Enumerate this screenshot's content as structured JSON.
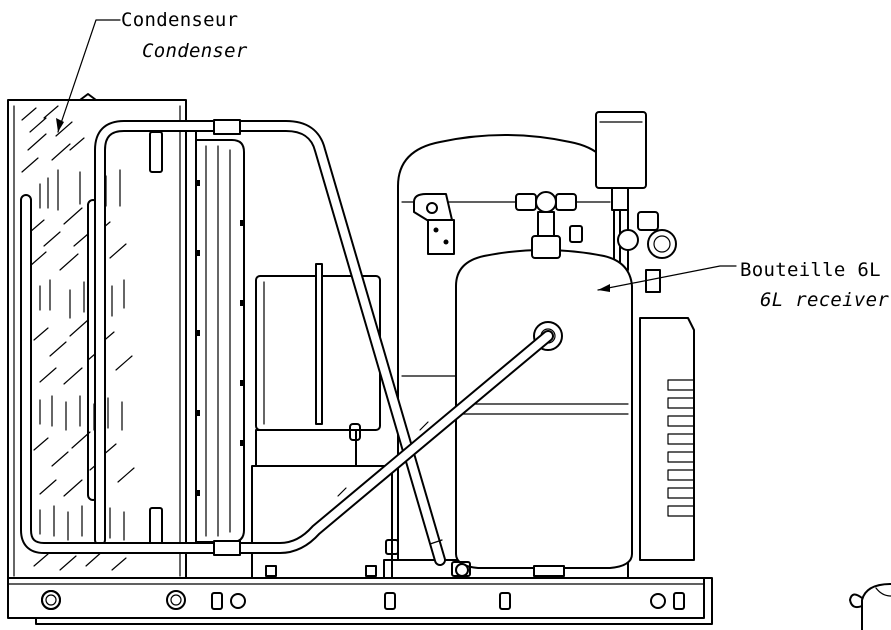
{
  "callouts": {
    "condenser": {
      "line1": "Condenseur",
      "line2": "Condenser"
    },
    "receiver": {
      "line1": "Bouteille 6L",
      "line2": "6L receiver"
    }
  },
  "components": [
    {
      "name": "condenser-coil"
    },
    {
      "name": "fan-guard"
    },
    {
      "name": "fan-motor"
    },
    {
      "name": "compressor"
    },
    {
      "name": "liquid-receiver"
    },
    {
      "name": "base-frame"
    },
    {
      "name": "refrigerant-pipes"
    },
    {
      "name": "service-valves"
    }
  ]
}
